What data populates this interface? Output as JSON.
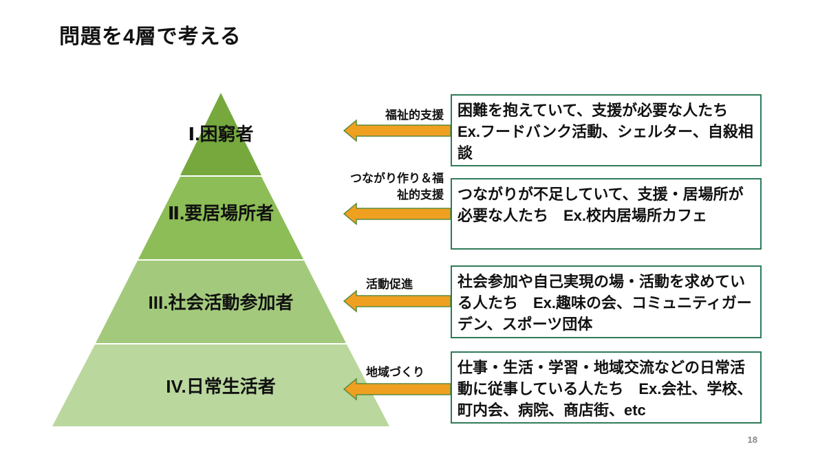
{
  "title": "問題を4層で考える",
  "levels": [
    {
      "label": "Ⅰ.困窮者",
      "color": "#76a83e"
    },
    {
      "label": "Ⅱ.要居場所者",
      "color": "#8cbd56"
    },
    {
      "label": "III.社会活動参加者",
      "color": "#a3ca7c"
    },
    {
      "label": "IV.日常生活者",
      "color": "#bad79e"
    }
  ],
  "arrows": [
    {
      "label": "福祉的支援"
    },
    {
      "label": "つながり作り＆福祉的支援"
    },
    {
      "label": "活動促進"
    },
    {
      "label": "地域づくり"
    }
  ],
  "descriptions": [
    "困難を抱えていて、支援が必要な人たち Ex.フードバンク活動、シェルター、自殺相談",
    "つながりが不足していて、支援・居場所が必要な人たち　Ex.校内居場所カフェ",
    "社会参加や自己実現の場・活動を求めている人たち　Ex.趣味の会、コミュニティガーデン、スポーツ団体",
    "仕事・生活・学習・地域交流などの日常活動に従事している人たち　Ex.会社、学校、町内会、病院、商店街、etc"
  ],
  "colors": {
    "arrow": "#f0a020",
    "arrow_border": "#5a8a3a",
    "box_border": "#2e7a58"
  },
  "page_number": "18"
}
